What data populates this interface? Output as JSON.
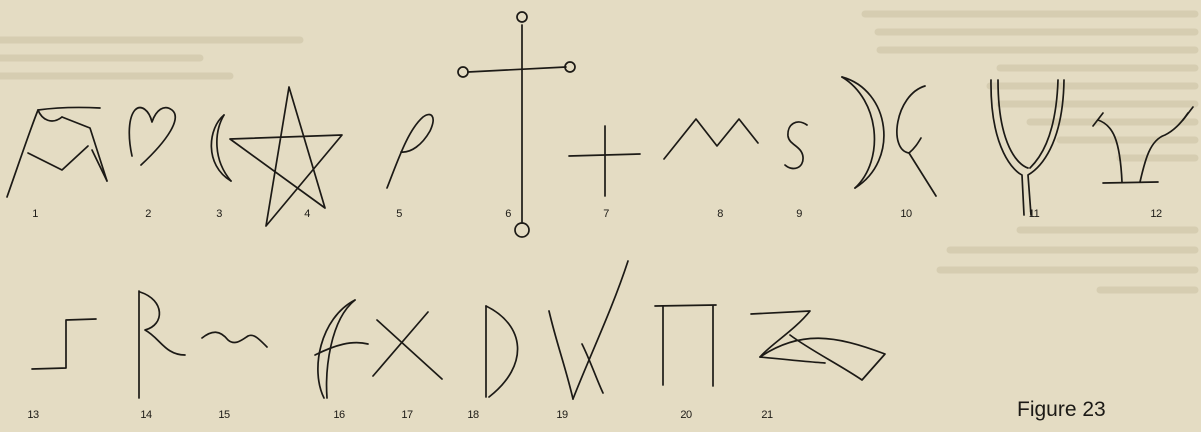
{
  "figure": {
    "caption": "Figure 23"
  },
  "symbols": [
    {
      "number": "1"
    },
    {
      "number": "2"
    },
    {
      "number": "3"
    },
    {
      "number": "4"
    },
    {
      "number": "5"
    },
    {
      "number": "6"
    },
    {
      "number": "7"
    },
    {
      "number": "8"
    },
    {
      "number": "9"
    },
    {
      "number": "10"
    },
    {
      "number": "11"
    },
    {
      "number": "12"
    },
    {
      "number": "13"
    },
    {
      "number": "14"
    },
    {
      "number": "15"
    },
    {
      "number": "16"
    },
    {
      "number": "17"
    },
    {
      "number": "18"
    },
    {
      "number": "19"
    },
    {
      "number": "20"
    },
    {
      "number": "21"
    }
  ],
  "colors": {
    "paper": "#e4dcc3",
    "ink": "#1c1a16"
  }
}
